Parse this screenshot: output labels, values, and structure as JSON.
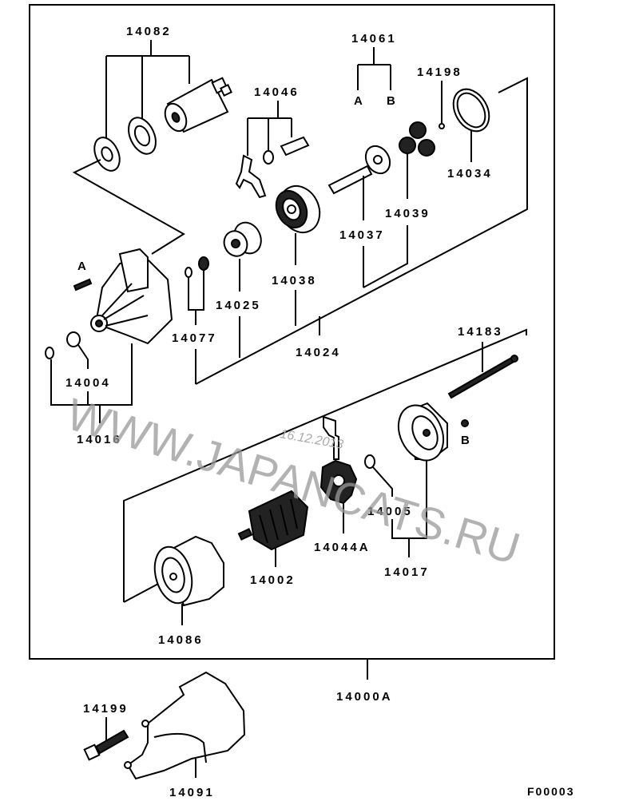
{
  "diagram": {
    "title": "Starter motor exploded parts diagram",
    "figure_code": "F00003",
    "assembly_label": "14000A",
    "labels": {
      "p14082": "14082",
      "p14061": "14061",
      "p14061_a": "A",
      "p14061_b": "B",
      "p14198": "14198",
      "p14046": "14046",
      "p14034": "14034",
      "p14039": "14039",
      "p14037": "14037",
      "p14038": "14038",
      "p14025": "14025",
      "p14077": "14077",
      "p14024": "14024",
      "p14004": "14004",
      "p14016": "14016",
      "marker_a": "A",
      "marker_b": "B",
      "p14183": "14183",
      "p14005": "14005",
      "p14044a": "14044A",
      "p14017": "14017",
      "p14002": "14002",
      "p14086": "14086",
      "p14000a": "14000A",
      "p14199": "14199",
      "p14091": "14091"
    },
    "watermark": {
      "text": "WWW.JAPANCATS.RU",
      "date": "16.12.2013"
    }
  }
}
